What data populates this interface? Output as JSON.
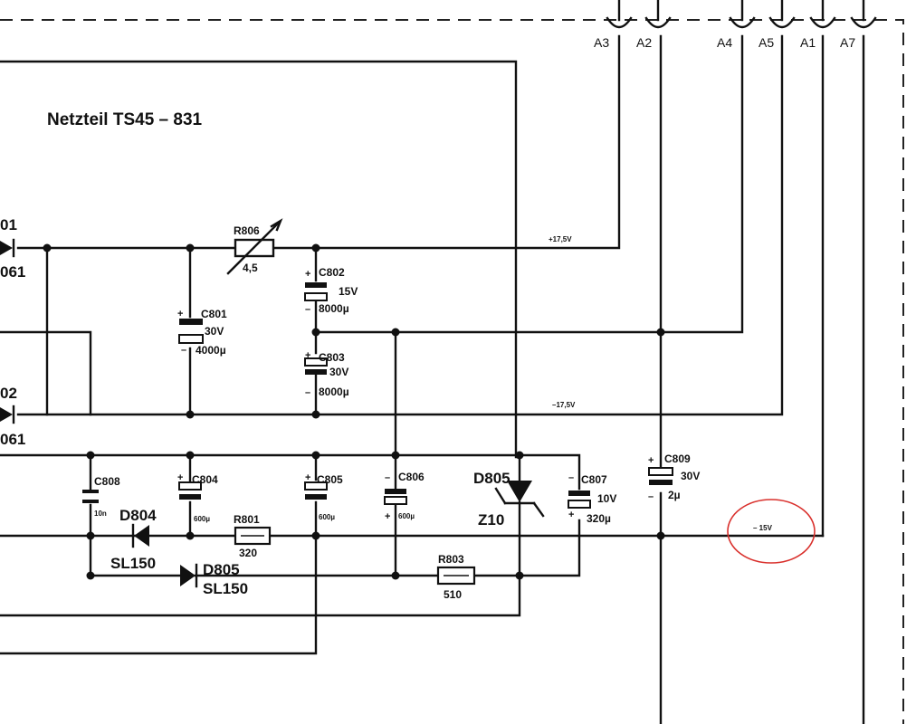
{
  "title": "Netzteil TS45 – 831",
  "connectors": [
    "A3",
    "A2",
    "A4",
    "A5",
    "A1",
    "A7"
  ],
  "edge_labels": {
    "d801": "01",
    "d801_type": "061",
    "d802": "02",
    "d802_type": "061"
  },
  "components": {
    "r806": {
      "name": "R806",
      "value": "4,5"
    },
    "c801": {
      "name": "C801",
      "voltage": "30V",
      "cap": "4000µ"
    },
    "c802": {
      "name": "C802",
      "voltage": "15V",
      "cap": "8000µ"
    },
    "c803": {
      "name": "C803",
      "voltage": "30V",
      "cap": "8000µ"
    },
    "c804": {
      "name": "C804",
      "cap": "600µ"
    },
    "c805": {
      "name": "C805",
      "cap": "600µ"
    },
    "c806": {
      "name": "C806",
      "cap": "600µ"
    },
    "c807": {
      "name": "C807",
      "voltage": "10V",
      "cap": "320µ"
    },
    "c808": {
      "name": "C808",
      "cap": "10n"
    },
    "c809": {
      "name": "C809",
      "voltage": "30V",
      "cap": "2µ"
    },
    "d804": {
      "name": "D804",
      "type": "SL150"
    },
    "d805": {
      "name": "D805",
      "type": "SL150"
    },
    "d805z": {
      "name": "D805",
      "type": "Z10"
    },
    "r801": {
      "name": "R801",
      "value": "320"
    },
    "r803": {
      "name": "R803",
      "value": "510"
    }
  },
  "rails": {
    "pos": "+17,5V",
    "neg": "–17,5V",
    "neg15": "– 15V"
  },
  "signs": {
    "plus": "+",
    "minus": "–"
  },
  "annotation": {
    "color": "#d9302c"
  }
}
